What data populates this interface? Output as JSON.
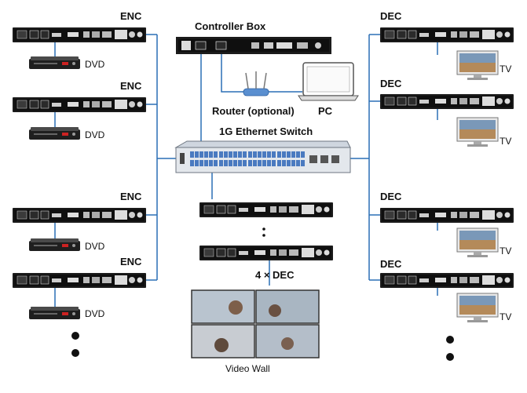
{
  "labels": {
    "controller": "Controller Box",
    "router": "Router (optional)",
    "pc": "PC",
    "switch": "1G Ethernet Switch",
    "dec_count": "4 × DEC",
    "video_wall": "Video Wall",
    "enc": "ENC",
    "dec": "DEC",
    "dvd": "DVD",
    "tv": "TV"
  },
  "colors": {
    "wire": "#2a6fb5",
    "device": "#1a1a1a",
    "switch_port": "#4a7ac0"
  }
}
